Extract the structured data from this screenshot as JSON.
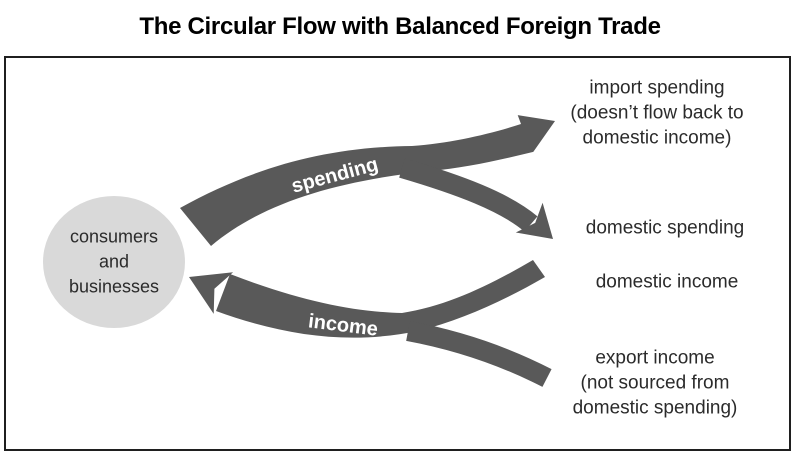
{
  "title": "The Circular Flow with Balanced Foreign Trade",
  "colors": {
    "arrow": "#595959",
    "circle_fill": "#d9d9d9",
    "label_text": "#2b2b2b",
    "flow_label_text": "#ffffff",
    "frame_border": "#1f1f1f",
    "background": "#ffffff",
    "title_text": "#000000"
  },
  "hub": {
    "line1": "consumers",
    "line2": "and",
    "line3": "businesses"
  },
  "flows": {
    "spending_label": "spending",
    "income_label": "income"
  },
  "labels": {
    "import": {
      "line1": "import spending",
      "line2": "(doesn’t flow back to",
      "line3": "domestic income)"
    },
    "domestic_spending": "domestic spending",
    "domestic_income": "domestic income",
    "export": {
      "line1": "export income",
      "line2": "(not sourced from",
      "line3": "domestic spending)"
    }
  }
}
